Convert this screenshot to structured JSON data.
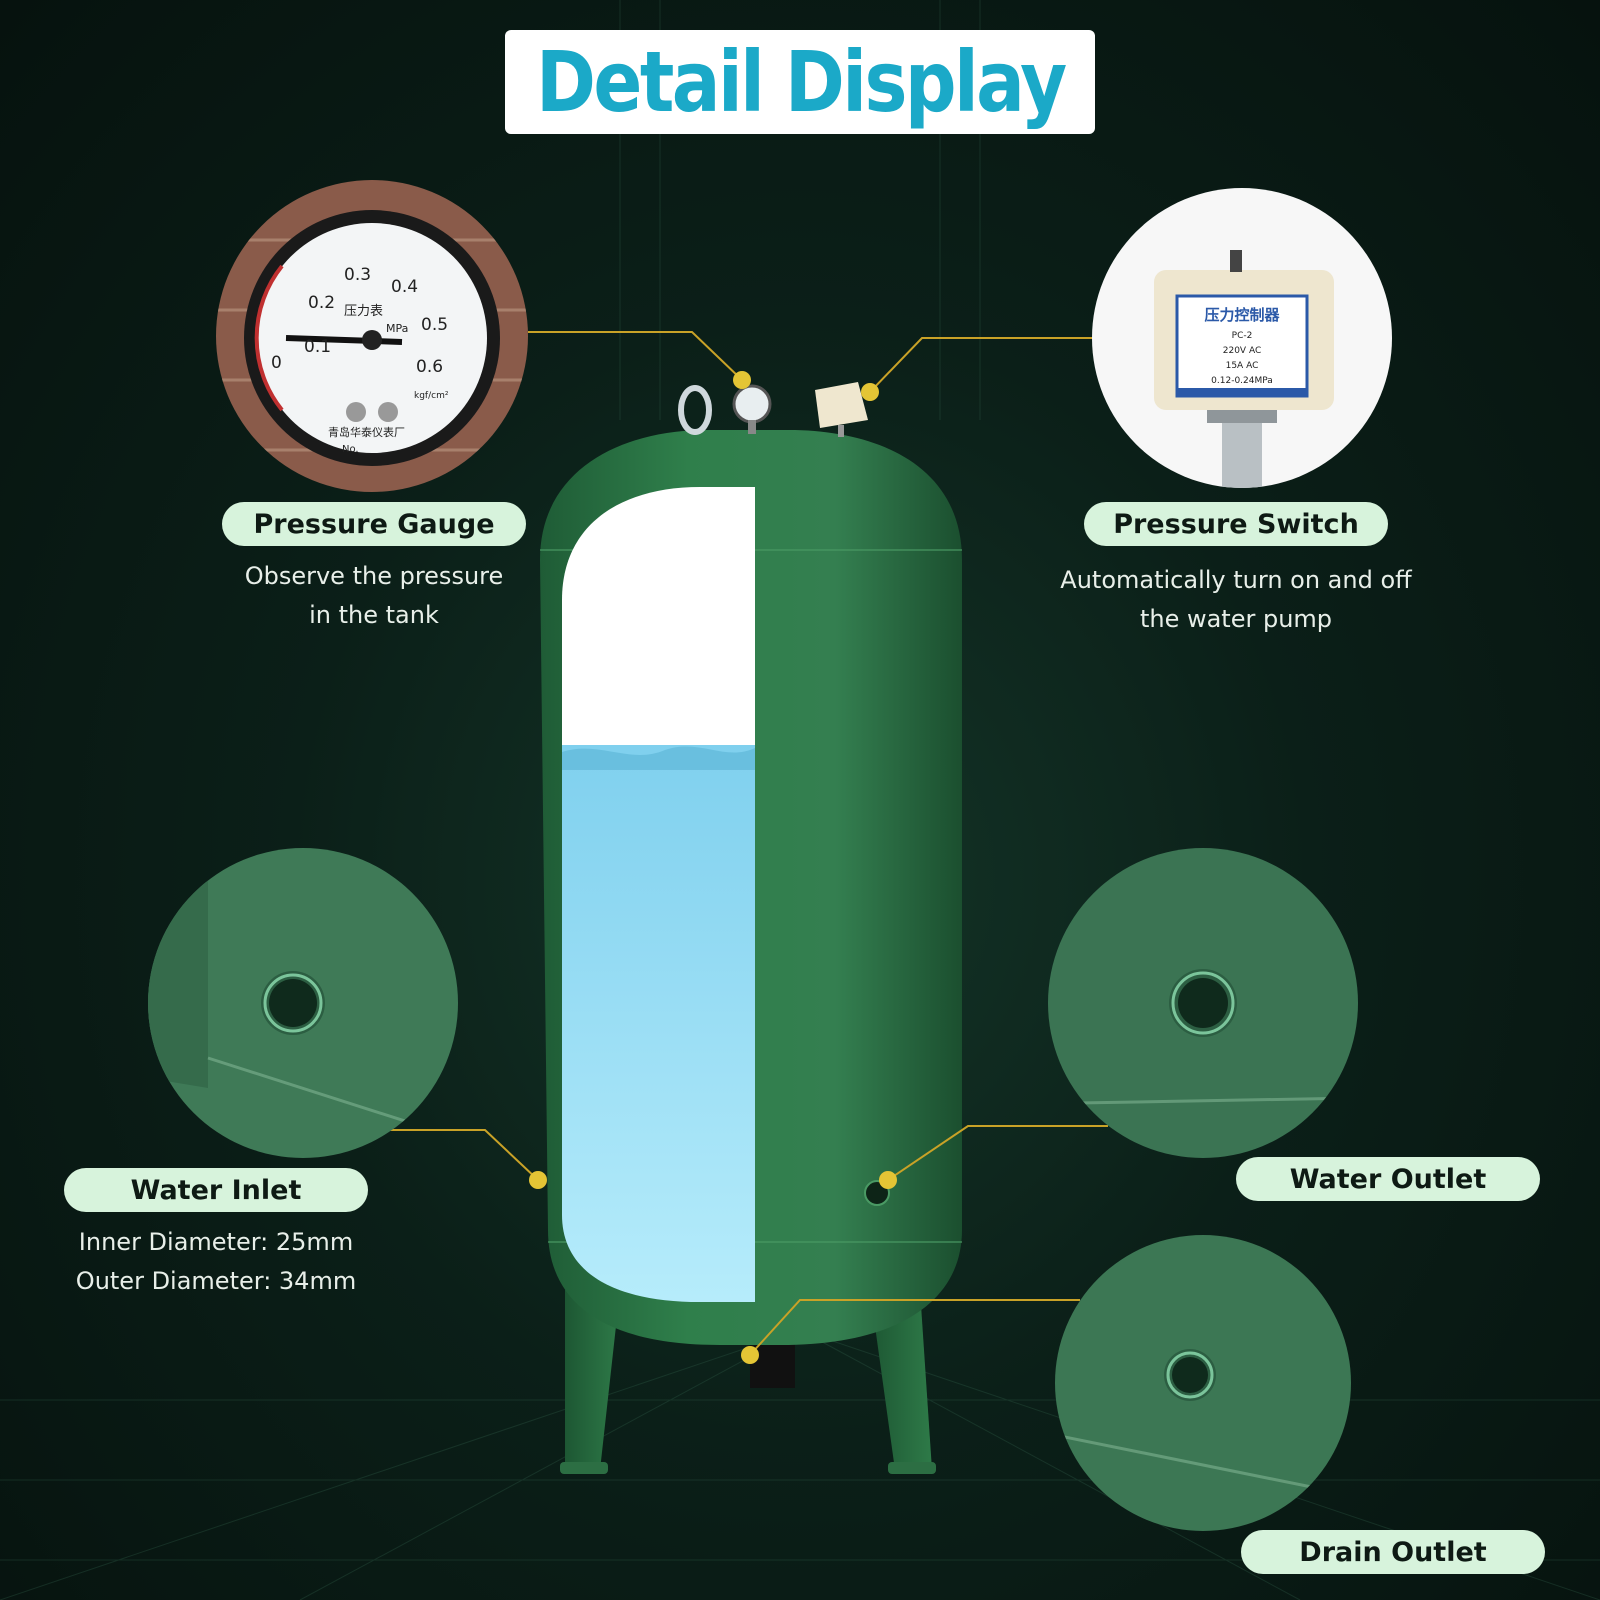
{
  "title": "Detail Display",
  "colors": {
    "title_text": "#1ba9c8",
    "label_pill": "#d7f3dc",
    "tank_green": "#2e7d4a",
    "callout_line": "#c9a227",
    "water": "#9fe0f5"
  },
  "gauge_face": {
    "label": "压力表",
    "unit_mpa": "MPa",
    "unit_kgf": "kgf/cm²",
    "maker": "青岛华泰仪表厂",
    "number": "No.______",
    "scale": [
      "0",
      "0.1",
      "0.2",
      "0.3",
      "0.4",
      "0.5",
      "0.6"
    ]
  },
  "switch_face": {
    "label": "压力控制器",
    "model": "PC-2",
    "voltage": "220V AC",
    "current": "15A AC",
    "range": "0.12-0.24MPa"
  },
  "callouts": {
    "pressure_gauge": {
      "label": "Pressure Gauge",
      "desc_line1": "Observe the pressure",
      "desc_line2": "in the tank"
    },
    "pressure_switch": {
      "label": "Pressure Switch",
      "desc_line1": "Automatically turn on and off",
      "desc_line2": "the water pump"
    },
    "water_inlet": {
      "label": "Water Inlet",
      "desc_line1": "Inner Diameter: 25mm",
      "desc_line2": "Outer Diameter: 34mm"
    },
    "water_outlet": {
      "label": "Water Outlet"
    },
    "drain_outlet": {
      "label": "Drain Outlet"
    }
  }
}
